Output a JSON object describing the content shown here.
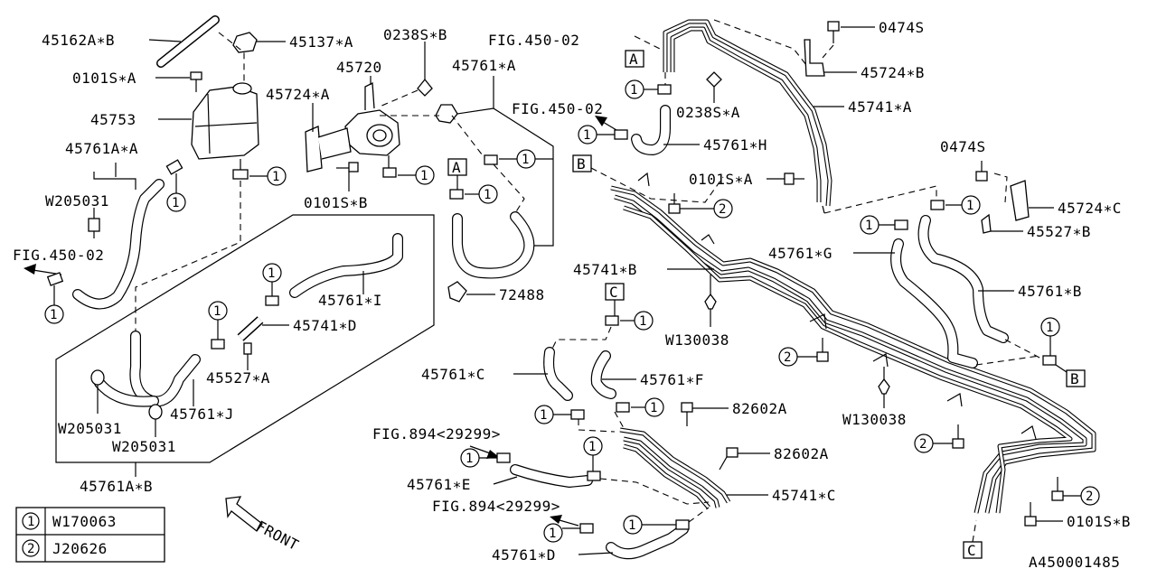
{
  "callouts": {
    "c45162": "45162A∗B",
    "c45137": "45137∗A",
    "c0238b": "0238S∗B",
    "cfig450a": "FIG.450-02",
    "c0101a_top": "0101S∗A",
    "c45720": "45720",
    "c45761a": "45761∗A",
    "c45753": "45753",
    "c45724a": "45724∗A",
    "c45761aa": "45761A∗A",
    "cw205031_top": "W205031",
    "c0101b": "0101S∗B",
    "cfig450b": "FIG.450-02",
    "c72488": "72488",
    "c45761i": "45761∗I",
    "c45741d": "45741∗D",
    "c45527a": "45527∗A",
    "c45761j": "45761∗J",
    "cw205031_a": "W205031",
    "cw205031_b": "W205031",
    "c45761ab": "45761A∗B",
    "c0474_top": "0474S",
    "c45724b": "45724∗B",
    "c45741a": "45741∗A",
    "c0238a": "0238S∗A",
    "cfig450c": "FIG.450-02",
    "c45761h": "45761∗H",
    "c0101a_mid": "0101S∗A",
    "c0474_mid": "0474S",
    "c45724c": "45724∗C",
    "c45527b": "45527∗B",
    "c45761g": "45761∗G",
    "c45741b": "45741∗B",
    "c45761b": "45761∗B",
    "cw130038_a": "W130038",
    "cw130038_b": "W130038",
    "c45761c": "45761∗C",
    "c45761f": "45761∗F",
    "c82602_a": "82602A",
    "c82602_b": "82602A",
    "cfig894a": "FIG.894<29299>",
    "cfig894b": "FIG.894<29299>",
    "c45761e": "45761∗E",
    "c45741c": "45741∗C",
    "c45761d": "45761∗D",
    "c0101b_bot": "0101S∗B"
  },
  "box_labels": {
    "A": "A",
    "B": "B",
    "C": "C"
  },
  "circle_refs": {
    "one": "1",
    "two": "2"
  },
  "legend": {
    "rows": [
      {
        "ref": "1",
        "part": "W170063"
      },
      {
        "ref": "2",
        "part": "J20626"
      }
    ]
  },
  "front_label": "FRONT",
  "diagram_id": "A450001485"
}
